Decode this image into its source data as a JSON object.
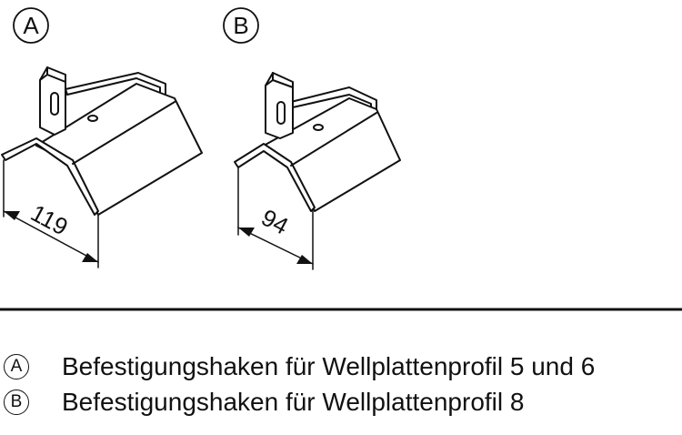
{
  "callouts": {
    "a": "A",
    "b": "B"
  },
  "dimensions": {
    "a": "119",
    "b": "94"
  },
  "legend": [
    {
      "marker": "A",
      "text": "Befestigungshaken für Wellplattenprofil 5 und 6"
    },
    {
      "marker": "B",
      "text": "Befestigungshaken für Wellplattenprofil 8"
    }
  ]
}
